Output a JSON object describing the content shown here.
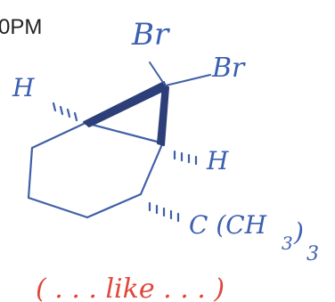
{
  "header": {
    "time_fragment": "0PM"
  },
  "labels": {
    "br_top": "Br",
    "br_right": "Br",
    "h_left": "H",
    "h_right": "H",
    "tbutyl": "C (CH",
    "tbutyl_sub": "3",
    "tbutyl_close": ")",
    "tbutyl_count": "3"
  },
  "note": {
    "text": "( . . .   like  . . .  )"
  },
  "colors": {
    "ink": "#2f4f9f",
    "note": "#e0463c",
    "printed": "#222222"
  }
}
